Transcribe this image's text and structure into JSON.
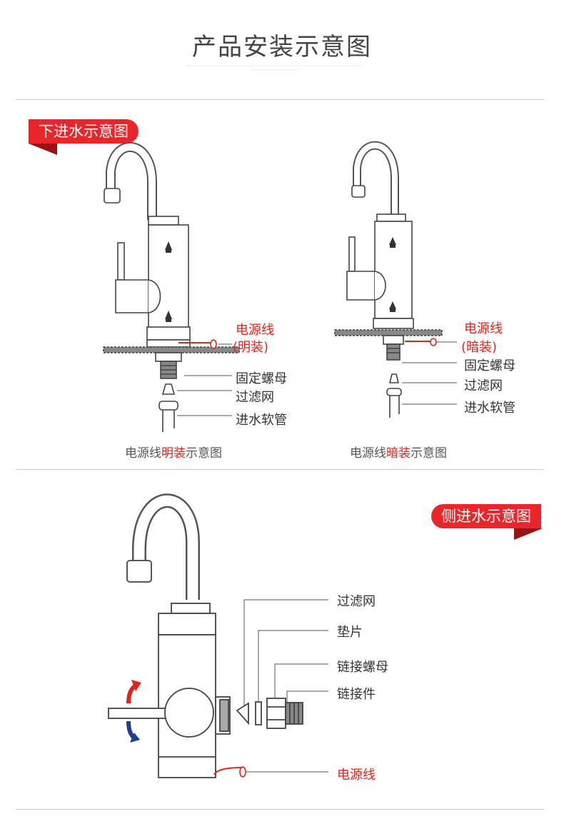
{
  "page": {
    "title": "产品安装示意图"
  },
  "section1": {
    "tag": "下进水示意图",
    "left": {
      "labels": {
        "power": "电源线",
        "power_sub": "(明装)",
        "nut": "固定螺母",
        "filter": "过滤网",
        "hose": "进水软管"
      },
      "caption": {
        "pre": "电源线",
        "hl": "明装",
        "post": "示意图"
      }
    },
    "right": {
      "labels": {
        "power": "电源线",
        "power_sub": "(暗装)",
        "nut": "固定螺母",
        "filter": "过滤网",
        "hose": "进水软管"
      },
      "caption": {
        "pre": "电源线",
        "hl": "暗装",
        "post": "示意图"
      }
    }
  },
  "section2": {
    "tag": "侧进水示意图",
    "labels": {
      "filter": "过滤网",
      "gasket": "垫片",
      "link_nut": "链接螺母",
      "connector": "链接件",
      "power": "电源线"
    }
  },
  "colors": {
    "accent": "#e8262b",
    "arrow_up": "#e2231a",
    "arrow_down": "#1f3f8f",
    "line": "#555555"
  }
}
